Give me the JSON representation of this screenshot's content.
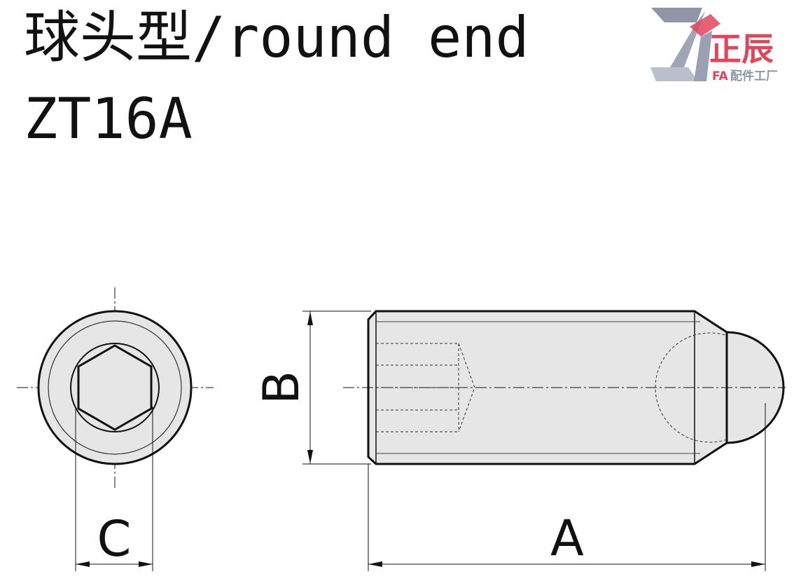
{
  "title": {
    "line1": "球头型/round end",
    "line2": "ZT16A"
  },
  "logo": {
    "brand_cn": "正辰",
    "tag_latin": "FA",
    "tag_cn": "配件工厂",
    "accent_color": "#e0455a",
    "mark_color": "#8e96a8"
  },
  "dimensions": {
    "length_label": "A",
    "diameter_label": "B",
    "hex_label": "C"
  },
  "colors": {
    "body_fill": "#e6e6e6",
    "outline": "#111111"
  }
}
